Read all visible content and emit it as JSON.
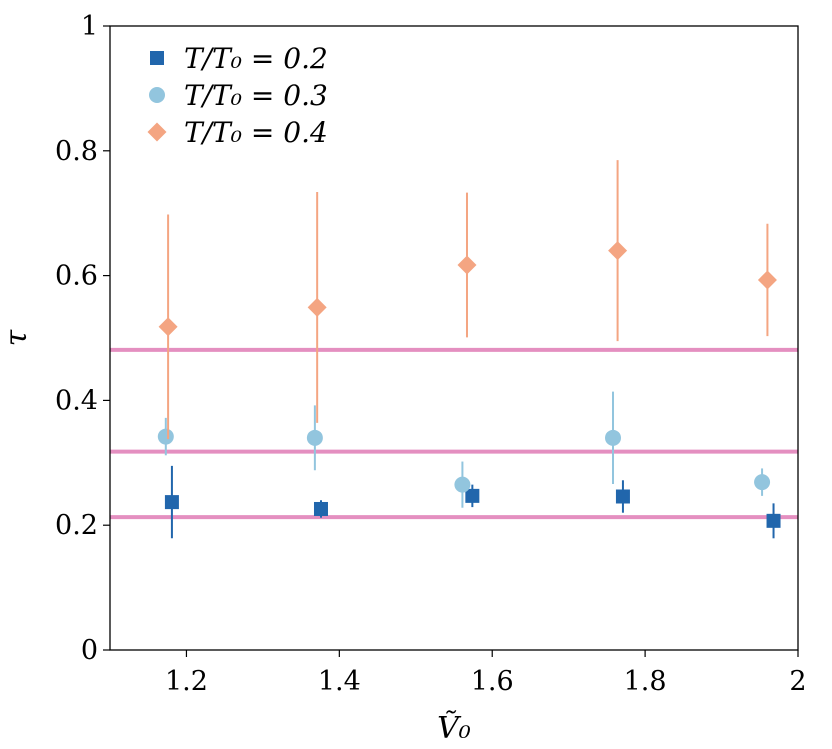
{
  "chart_data": {
    "type": "scatter",
    "xlabel": "Ṽ₀",
    "ylabel": "τ",
    "xlim": [
      1.1,
      2.0
    ],
    "ylim": [
      0,
      1
    ],
    "xticks": [
      "1.2",
      "1.4",
      "1.6",
      "1.8",
      "2"
    ],
    "yticks": [
      "0",
      "0.2",
      "0.4",
      "0.6",
      "0.8",
      "1"
    ],
    "legend_position": "top-left",
    "grid": false,
    "hlines": [
      0.213,
      0.318,
      0.481
    ],
    "hline_color": "#e48fc0",
    "series": [
      {
        "name": "T/T₀ = 0.2",
        "marker": "square",
        "color": "#2166ac",
        "points": [
          {
            "x": 1.181,
            "y": 0.237,
            "err": 0.058
          },
          {
            "x": 1.376,
            "y": 0.226,
            "err": 0.014
          },
          {
            "x": 1.574,
            "y": 0.247,
            "err": 0.018
          },
          {
            "x": 1.771,
            "y": 0.246,
            "err": 0.026
          },
          {
            "x": 1.968,
            "y": 0.207,
            "err": 0.028
          }
        ]
      },
      {
        "name": "T/T₀ = 0.3",
        "marker": "circle",
        "color": "#92c5de",
        "points": [
          {
            "x": 1.173,
            "y": 0.342,
            "err": 0.03
          },
          {
            "x": 1.368,
            "y": 0.34,
            "err": 0.052
          },
          {
            "x": 1.561,
            "y": 0.265,
            "err": 0.037
          },
          {
            "x": 1.758,
            "y": 0.34,
            "err": 0.074
          },
          {
            "x": 1.953,
            "y": 0.269,
            "err": 0.022
          }
        ]
      },
      {
        "name": "T/T₀ = 0.4",
        "marker": "diamond",
        "color": "#f4a582",
        "points": [
          {
            "x": 1.176,
            "y": 0.518,
            "err": 0.18
          },
          {
            "x": 1.371,
            "y": 0.549,
            "err": 0.185
          },
          {
            "x": 1.567,
            "y": 0.617,
            "err": 0.116
          },
          {
            "x": 1.764,
            "y": 0.64,
            "err": 0.145
          },
          {
            "x": 1.96,
            "y": 0.593,
            "err": 0.09
          }
        ]
      }
    ]
  }
}
